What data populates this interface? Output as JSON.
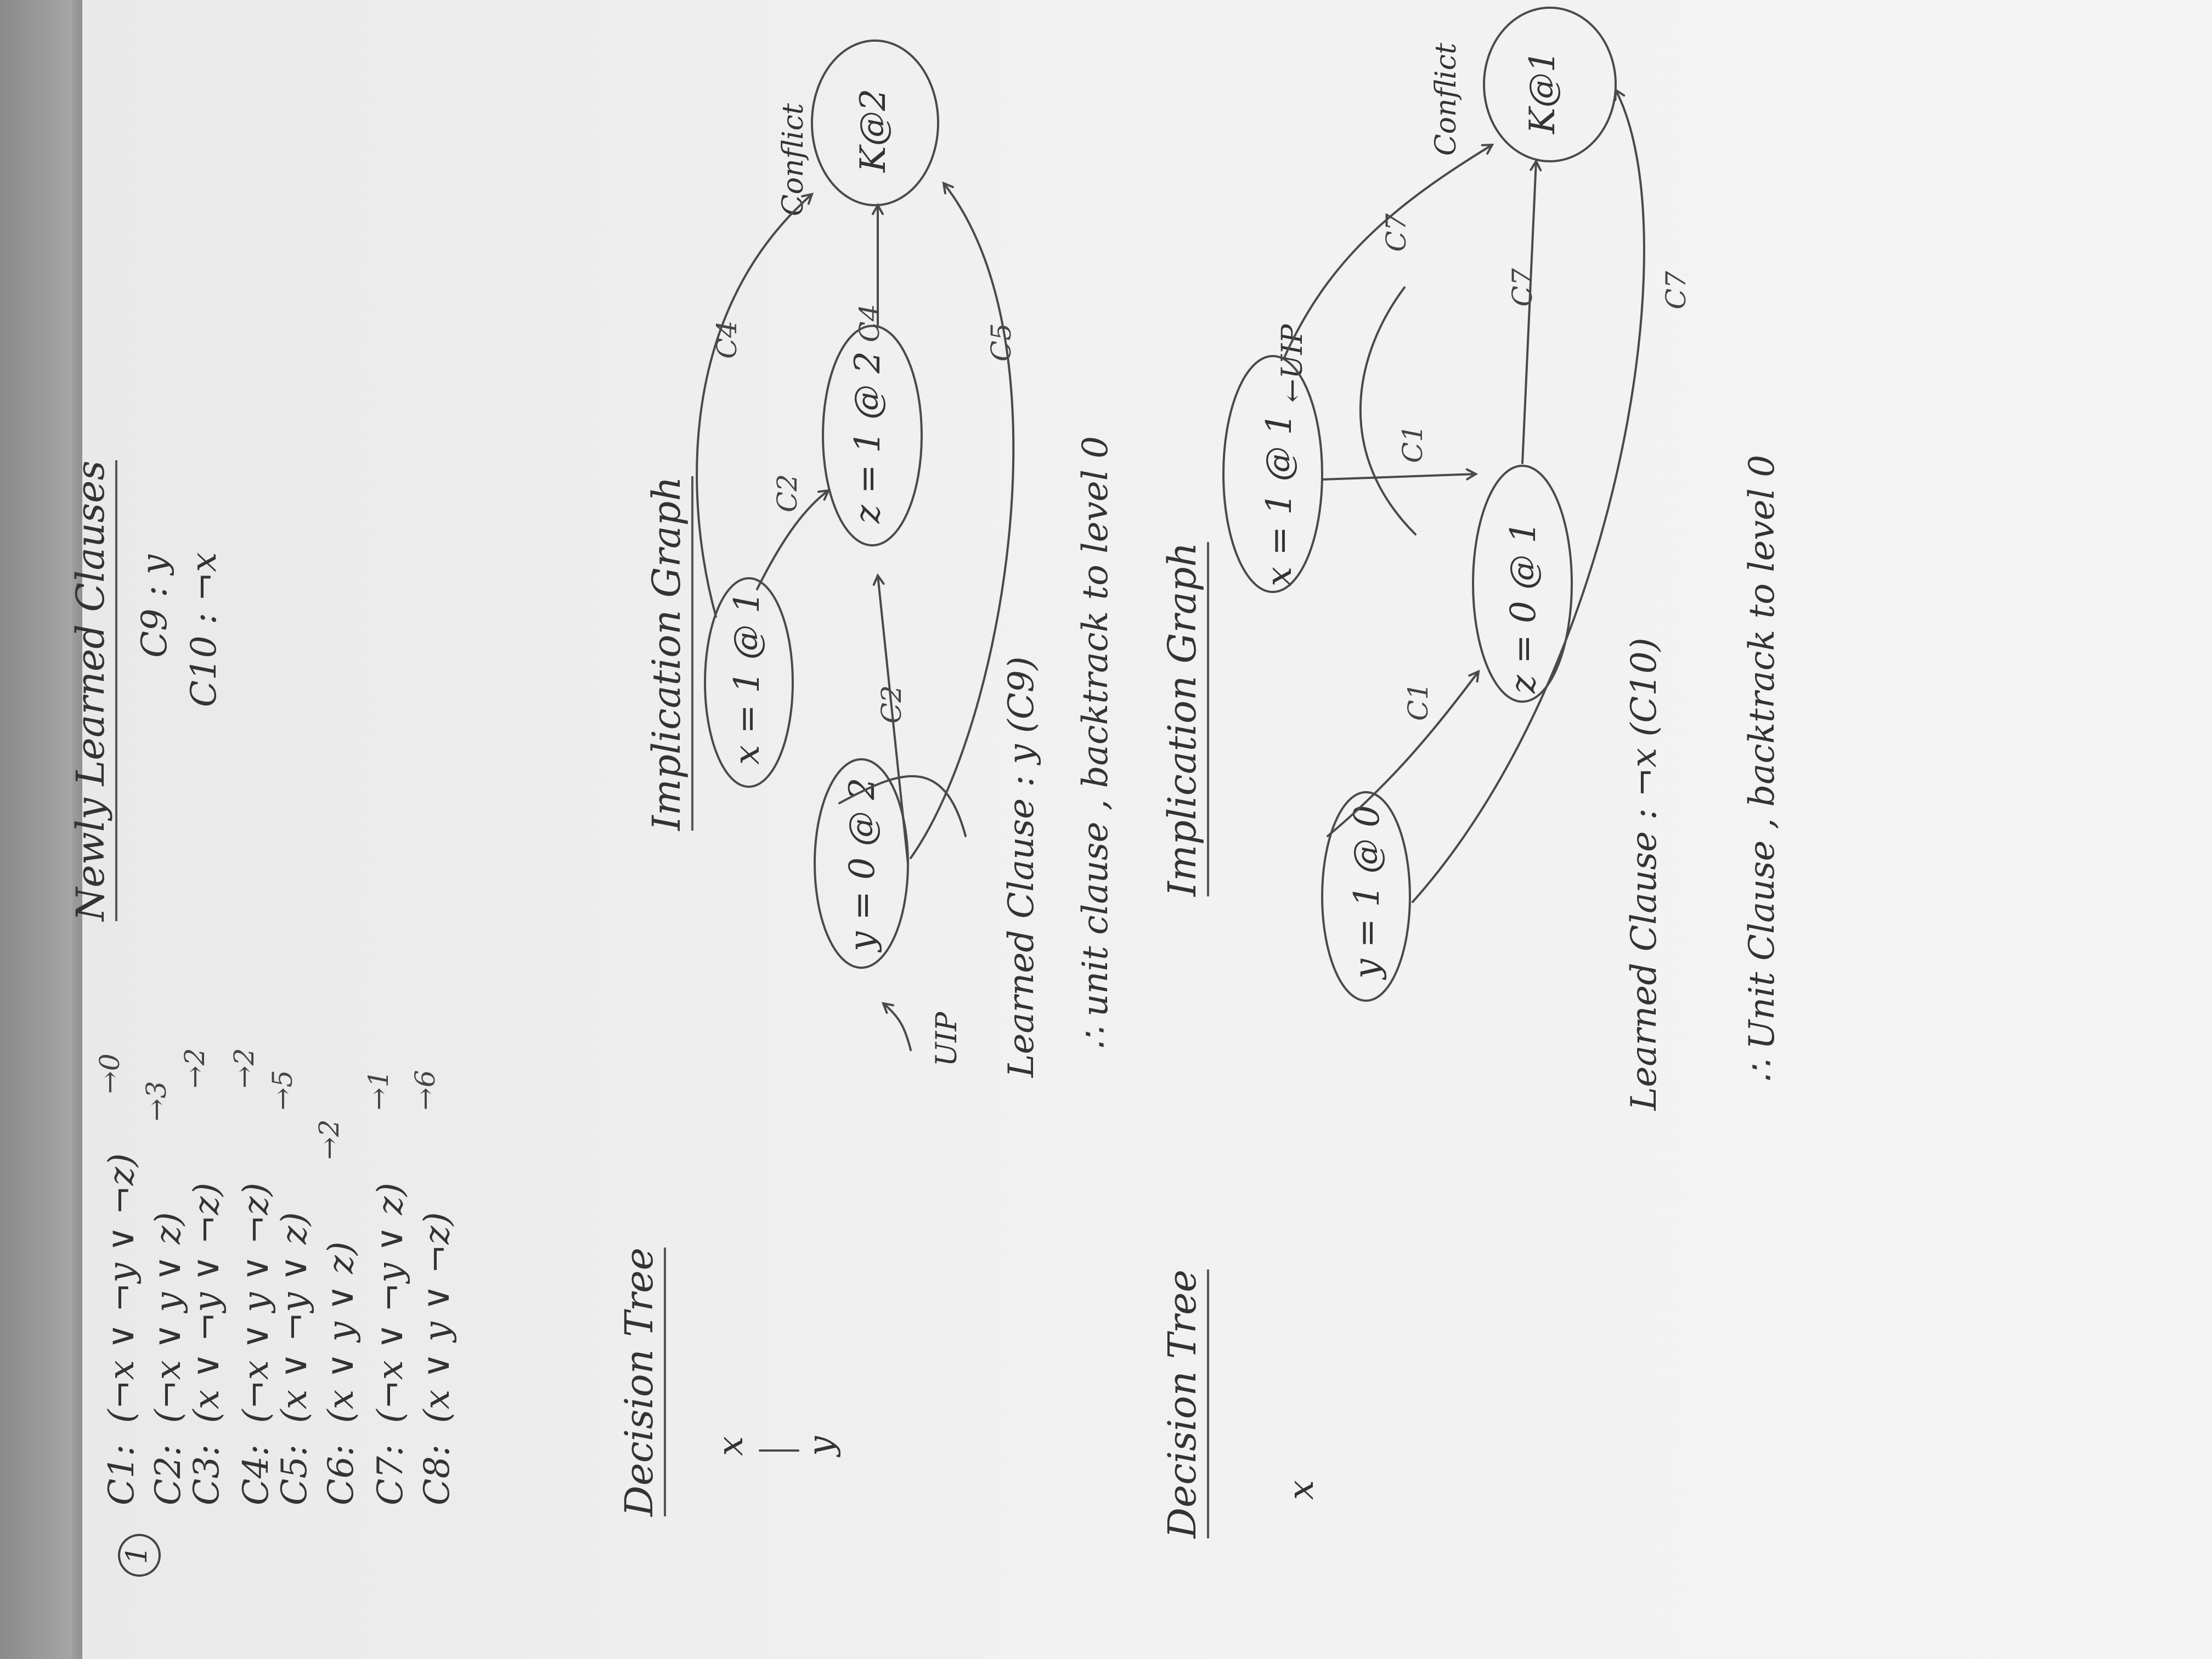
{
  "problem_number": "1",
  "clauses": [
    {
      "label": "C1:",
      "text": "(¬x ∨ ¬y ∨ ¬z)",
      "note": "→0"
    },
    {
      "label": "C2:",
      "text": "(¬x ∨ y ∨ z)",
      "note": "→3"
    },
    {
      "label": "C3:",
      "text": "(x ∨ ¬y ∨ ¬z)",
      "note": "→2"
    },
    {
      "label": "C4:",
      "text": "(¬x ∨ y ∨ ¬z)",
      "note": "→2"
    },
    {
      "label": "C5:",
      "text": "(x ∨ ¬y ∨ z)",
      "note": "→5"
    },
    {
      "label": "C6:",
      "text": "(x ∨ y ∨ z)",
      "note": "→2"
    },
    {
      "label": "C7:",
      "text": "(¬x ∨ ¬y ∨ z)",
      "note": "→1"
    },
    {
      "label": "C8:",
      "text": "(x ∨ y ∨ ¬z)",
      "note": "→6"
    }
  ],
  "learned": {
    "heading": "Newly Learned Clauses",
    "items": [
      "C9 :  y",
      "C10 : ¬x"
    ]
  },
  "part1": {
    "decision_tree_heading": "Decision Tree",
    "tree_top": "x",
    "tree_bottom": "y",
    "graph_heading": "Implication Graph",
    "nodes": {
      "x": "x = 1 @ 1",
      "y": "y = 0 @ 2",
      "z": "z = 1 @ 2",
      "k": "K@2"
    },
    "edge_labels": {
      "c4_top": "C4",
      "c2_top": "C2",
      "c4_mid": "C4",
      "c2_bottom": "C2",
      "c5": "C5"
    },
    "conflict": "Conflict",
    "uip": "UIP",
    "learned_clause": "Learned Clause :  y (C9)",
    "note": "∴ unit clause , backtrack to level 0"
  },
  "part2": {
    "decision_tree_heading": "Decision Tree",
    "tree_top": "x",
    "graph_heading": "Implication Graph",
    "nodes": {
      "y": "y = 1 @ 0",
      "x": "x = 1 @ 1",
      "z": "z = 0 @ 1",
      "k": "K@1"
    },
    "edge_labels": {
      "c1_left": "C1",
      "c1_mid": "C1",
      "c7_top": "C7",
      "c7_mid": "C7",
      "c7_bottom": "C7"
    },
    "conflict": "Conflict",
    "uip": "←UIP",
    "learned_clause": "Learned Clause :  ¬x (C10)",
    "note": "∴ Unit Clause , backtrack to level 0"
  }
}
